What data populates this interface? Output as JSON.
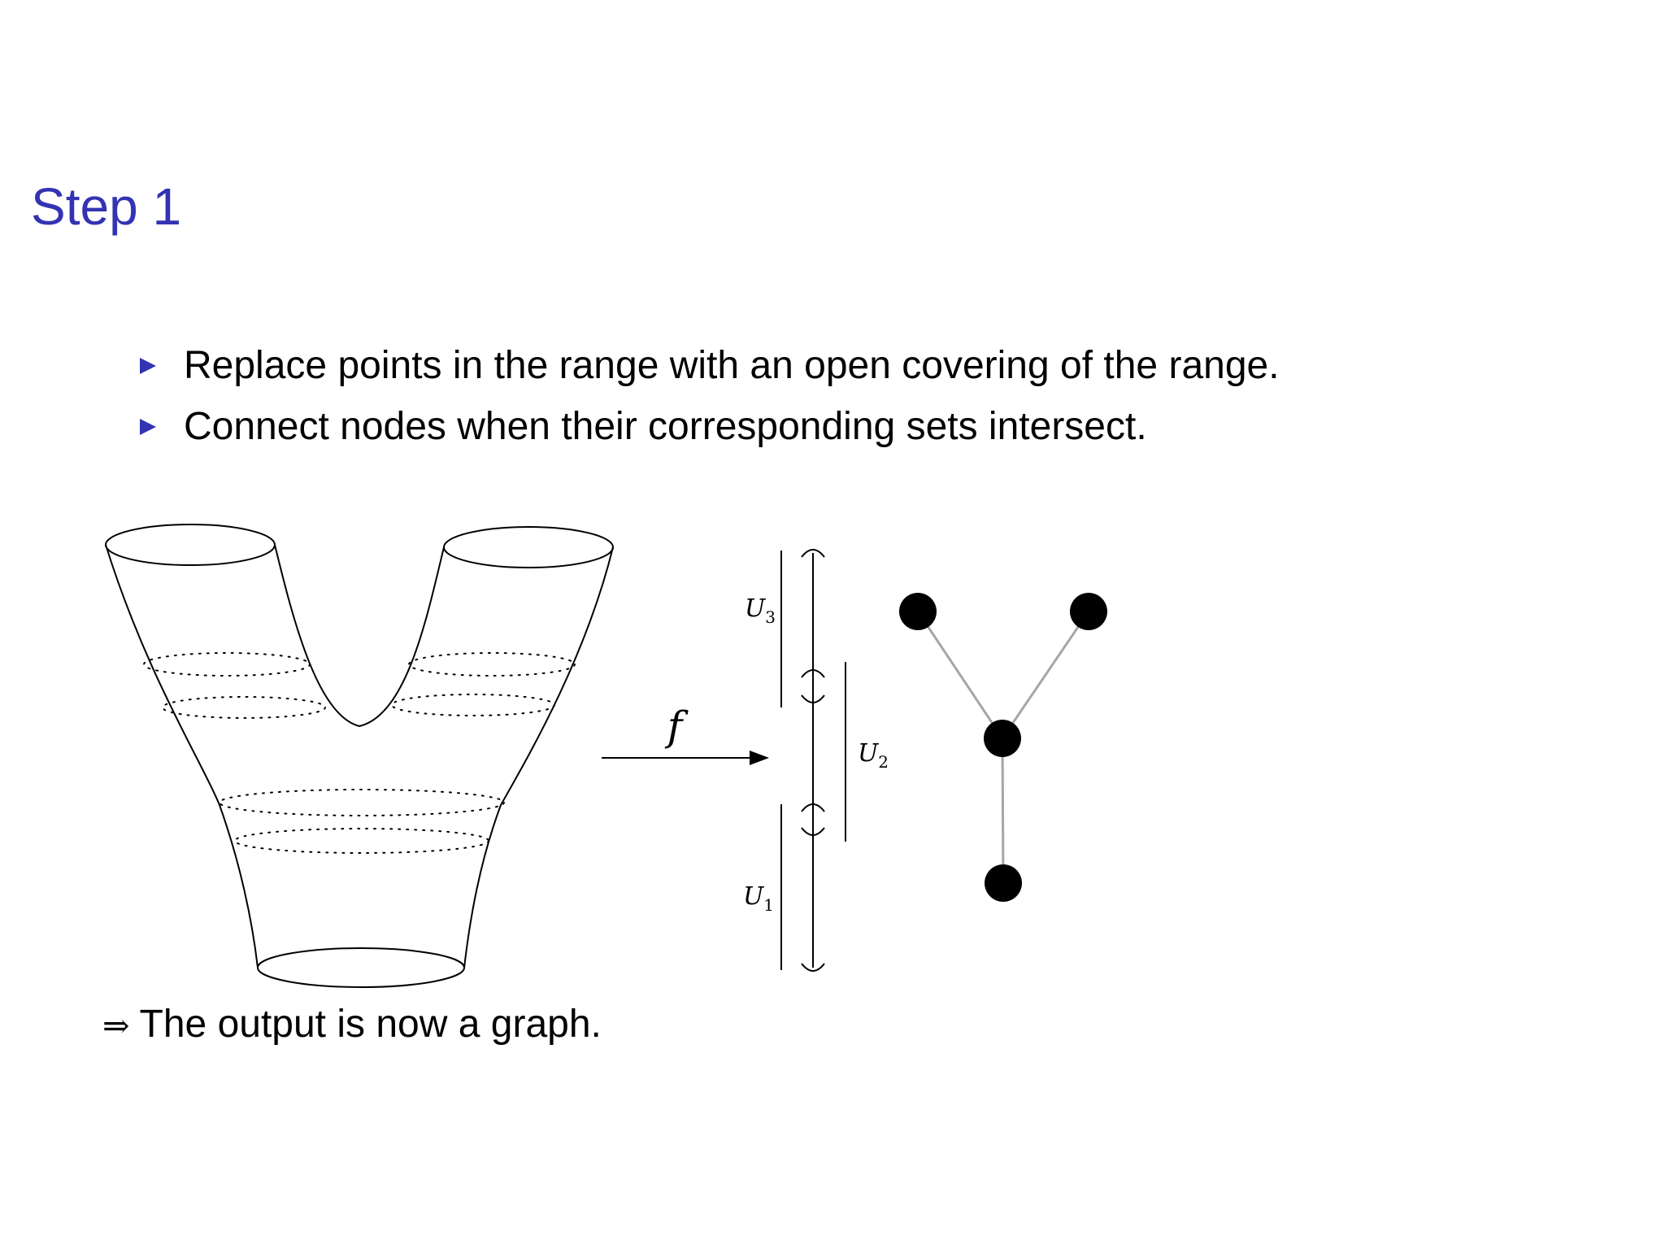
{
  "slide": {
    "title": "Step 1",
    "bullets": [
      "Replace points in the range with an open covering of the range.",
      "Connect nodes when their corresponding sets intersect."
    ],
    "conclusion_symbol": "⇒",
    "conclusion_text": "The output is now a graph."
  },
  "diagram": {
    "map_label": "f",
    "cover_sets": [
      {
        "name": "U",
        "sub": "3"
      },
      {
        "name": "U",
        "sub": "2"
      },
      {
        "name": "U",
        "sub": "1"
      }
    ],
    "nodes": [
      "top-left",
      "top-right",
      "center",
      "bottom"
    ],
    "edges": [
      [
        "top-left",
        "center"
      ],
      [
        "top-right",
        "center"
      ],
      [
        "center",
        "bottom"
      ]
    ]
  },
  "colors": {
    "title": "#3333b3",
    "bullet_marker": "#3333b3",
    "text": "#000000",
    "graph_edge": "#a6a6a6",
    "graph_node": "#000000"
  }
}
